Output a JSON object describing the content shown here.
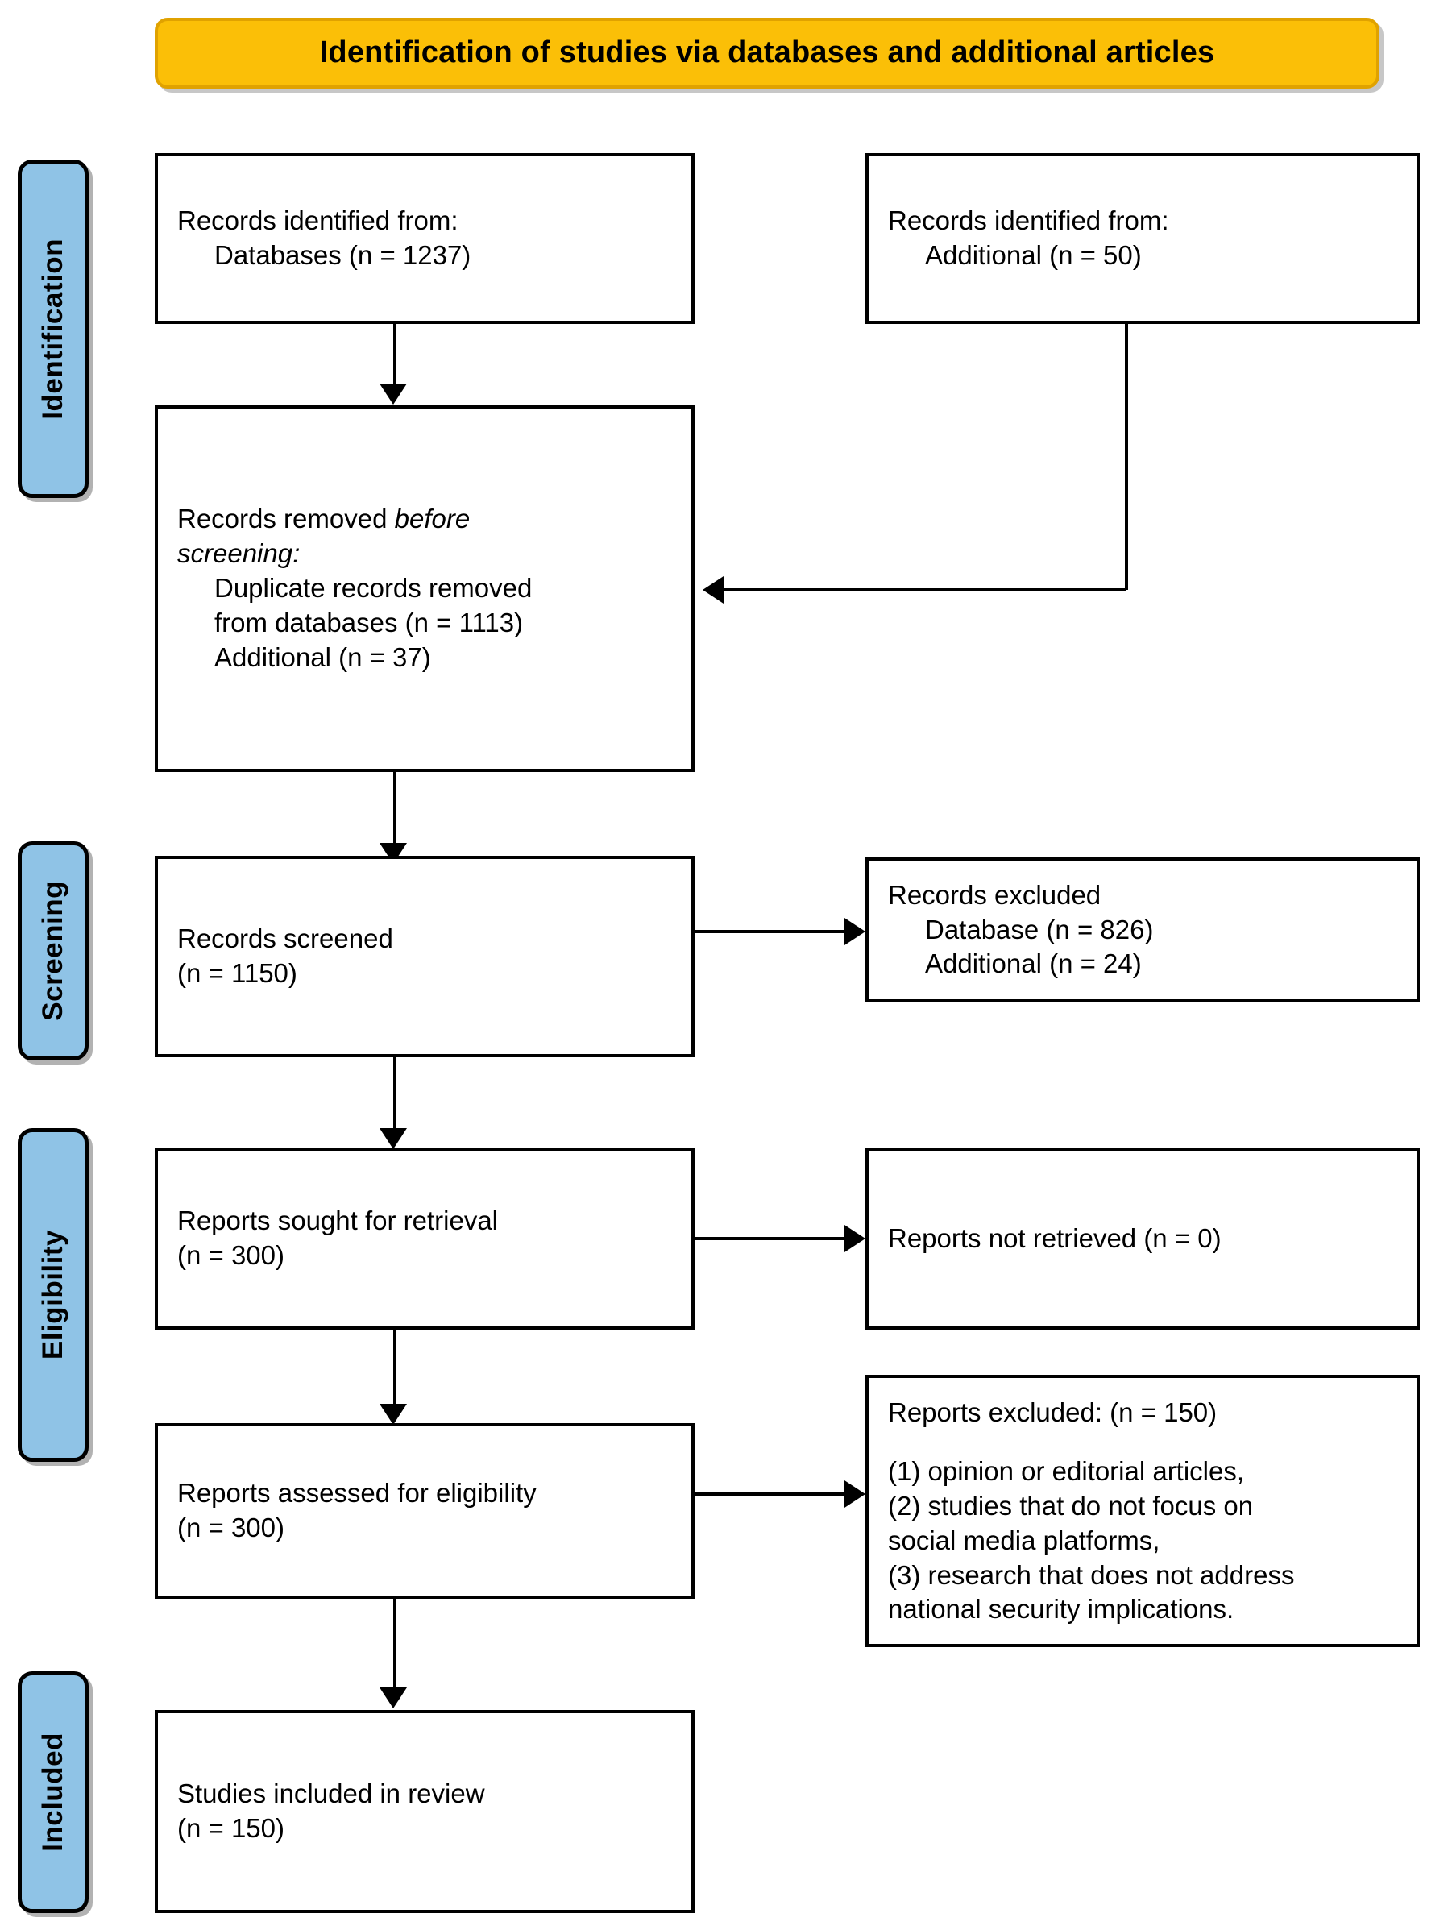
{
  "header": {
    "title": "Identification of studies via databases and additional articles",
    "fill_color": "#FBBF07",
    "border_color": "#E0A200"
  },
  "stages": [
    {
      "label": "Identification",
      "fill_color": "#8FC3E6"
    },
    {
      "label": "Screening",
      "fill_color": "#8FC3E6"
    },
    {
      "label": "Eligibility",
      "fill_color": "#8FC3E6"
    },
    {
      "label": "Included",
      "fill_color": "#8FC3E6"
    }
  ],
  "boxes": {
    "records_identified_databases": {
      "line1": "Records identified from:",
      "line2": "Databases (n = 1237)"
    },
    "records_identified_additional": {
      "line1": "Records identified from:",
      "line2": "Additional (n = 50)"
    },
    "records_removed": {
      "line1_plain": "Records removed ",
      "line1_italic": "before",
      "line2_italic": "screening:",
      "line3": "Duplicate records removed",
      "line4": "from databases (n = 1113)",
      "line5": "Additional (n = 37)"
    },
    "records_screened": {
      "line1": "Records screened",
      "line2": "(n = 1150)"
    },
    "records_excluded": {
      "line1": "Records excluded",
      "line2": "Database (n = 826)",
      "line3": "Additional (n = 24)"
    },
    "reports_sought": {
      "line1": "Reports sought for retrieval",
      "line2": "(n = 300)"
    },
    "reports_not_retrieved": {
      "line1": "Reports not retrieved (n = 0)"
    },
    "reports_assessed": {
      "line1": "Reports assessed for eligibility",
      "line2": "(n = 300)"
    },
    "reports_excluded": {
      "line1": "Reports excluded: (n = 150)",
      "line2": "(1) opinion or editorial articles,",
      "line3": "(2) studies that do not focus on",
      "line4": "social media platforms,",
      "line5": "(3) research that does not address",
      "line6": "national security implications."
    },
    "studies_included": {
      "line1": "Studies included in review",
      "line2": "(n = 150)"
    }
  },
  "chart_data": {
    "type": "diagram",
    "title": "Identification of studies via databases and additional articles",
    "nodes": [
      {
        "id": "records_identified_databases",
        "stage": "Identification",
        "counts": {
          "Databases": 1237
        }
      },
      {
        "id": "records_identified_additional",
        "stage": "Identification",
        "counts": {
          "Additional": 50
        }
      },
      {
        "id": "records_removed",
        "stage": "Identification",
        "counts": {
          "Duplicate records removed from databases": 1113,
          "Additional": 37
        }
      },
      {
        "id": "records_screened",
        "stage": "Screening",
        "counts": {
          "n": 1150
        }
      },
      {
        "id": "records_excluded",
        "stage": "Screening",
        "counts": {
          "Database": 826,
          "Additional": 24
        }
      },
      {
        "id": "reports_sought",
        "stage": "Eligibility",
        "counts": {
          "n": 300
        }
      },
      {
        "id": "reports_not_retrieved",
        "stage": "Eligibility",
        "counts": {
          "n": 0
        }
      },
      {
        "id": "reports_assessed",
        "stage": "Eligibility",
        "counts": {
          "n": 300
        }
      },
      {
        "id": "reports_excluded",
        "stage": "Eligibility",
        "counts": {
          "n": 150
        }
      },
      {
        "id": "studies_included",
        "stage": "Included",
        "counts": {
          "n": 150
        }
      }
    ],
    "edges": [
      {
        "from": "records_identified_databases",
        "to": "records_removed",
        "direction": "down"
      },
      {
        "from": "records_identified_additional",
        "to": "records_removed",
        "direction": "left"
      },
      {
        "from": "records_removed",
        "to": "records_screened",
        "direction": "down"
      },
      {
        "from": "records_screened",
        "to": "records_excluded",
        "direction": "right"
      },
      {
        "from": "records_screened",
        "to": "reports_sought",
        "direction": "down"
      },
      {
        "from": "reports_sought",
        "to": "reports_not_retrieved",
        "direction": "right"
      },
      {
        "from": "reports_sought",
        "to": "reports_assessed",
        "direction": "down"
      },
      {
        "from": "reports_assessed",
        "to": "reports_excluded",
        "direction": "right"
      },
      {
        "from": "reports_assessed",
        "to": "studies_included",
        "direction": "down"
      }
    ]
  }
}
